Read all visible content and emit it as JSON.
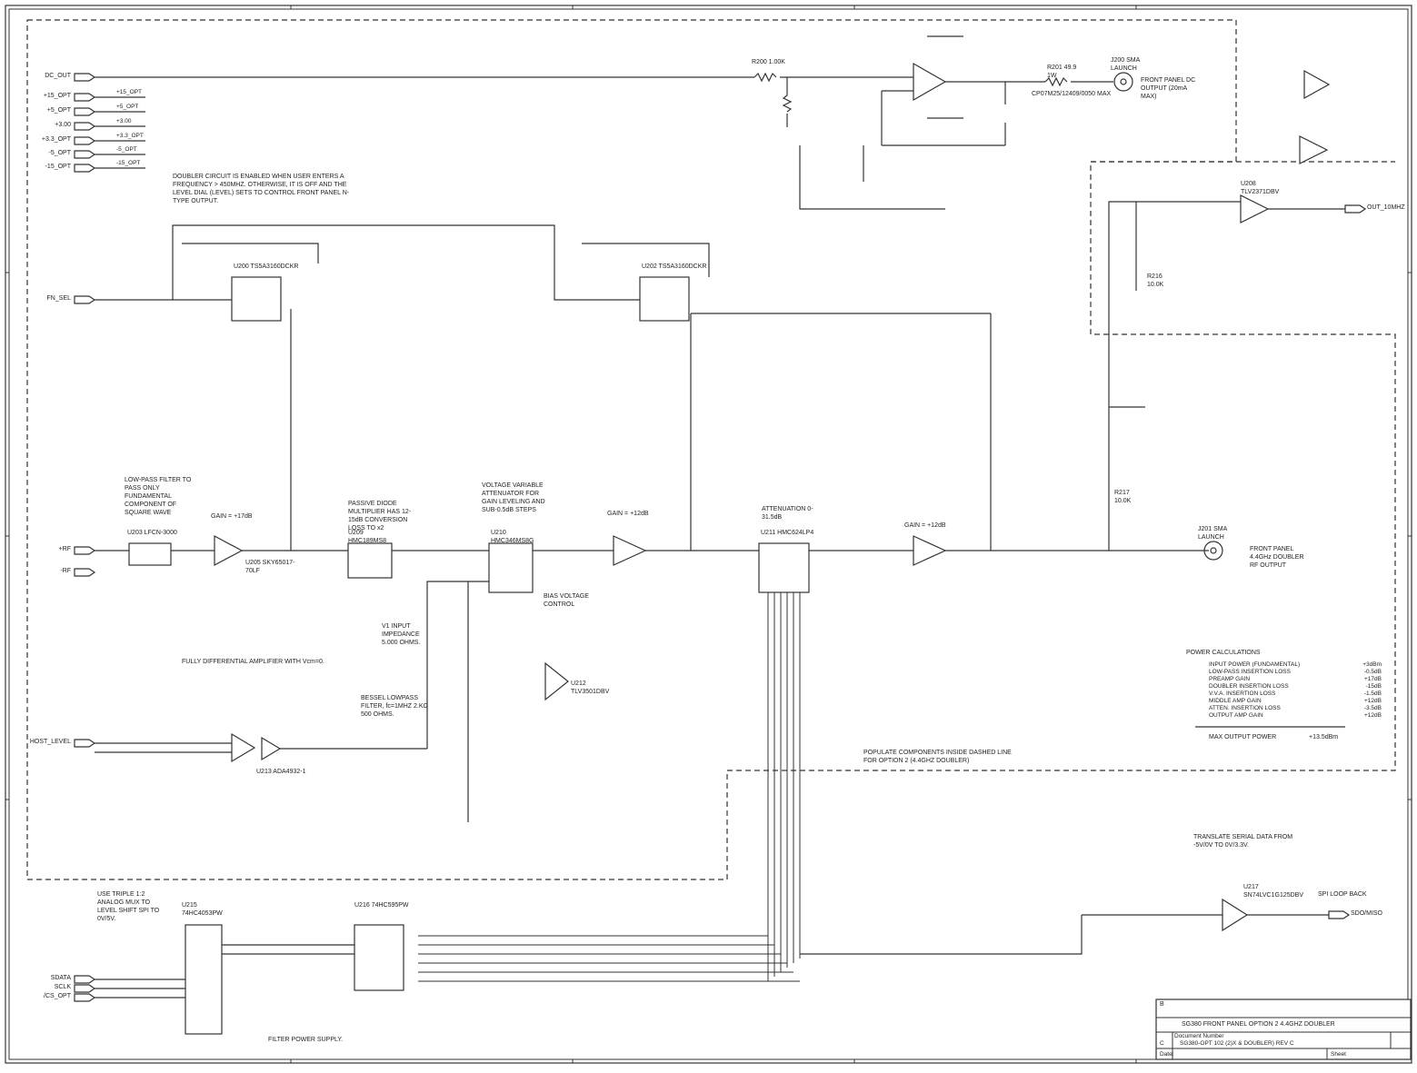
{
  "ports_left": [
    "DC_OUT",
    "+15_OPT",
    "+5_OPT",
    "+3.00",
    "+3.3_OPT",
    "-5_OPT",
    "-15_OPT",
    "FN_SEL",
    "+RF",
    "-RF",
    "HOST_LEVEL",
    "SDATA",
    "SCLK",
    "/CS_OPT"
  ],
  "rails_left": [
    "+15_OPT",
    "+5_OPT",
    "+3.00",
    "+3.3_OPT",
    "-5_OPT",
    "-15_OPT"
  ],
  "ports_right": [
    "OUT_10MHZ",
    "SDO/MISO"
  ],
  "notes": {
    "doubler": "DOUBLER CIRCUIT IS ENABLED WHEN USER ENTERS A FREQUENCY > 450MHZ. OTHERWISE, IT IS OFF AND THE LEVEL DIAL (LEVEL) SETS TO CONTROL FRONT PANEL N-TYPE OUTPUT.",
    "lpf": "LOW-PASS FILTER TO PASS ONLY FUNDAMENTAL COMPONENT OF SQUARE WAVE",
    "multiplier": "PASSIVE DIODE MULTIPLIER HAS 12-15dB CONVERSION LOSS TO x2",
    "vva": "VOLTAGE VARIABLE ATTENUATOR FOR GAIN LEVELING AND SUB-0.5dB STEPS",
    "bias": "BIAS VOLTAGE CONTROL",
    "v1input": "V1 INPUT IMPEDANCE 5.000 OHMS.",
    "fda": "FULLY DIFFERENTIAL AMPLIFIER WITH Vcm=0.",
    "bessel": "BESSEL LOWPASS FILTER, fc=1MHZ 2.KΩ 500 OHMS.",
    "populate": "POPULATE COMPONENTS INSIDE DASHED LINE FOR OPTION 2 (4.4GHZ DOUBLER)",
    "spi": "USE TRIPLE 1:2 ANALOG MUX TO LEVEL SHIFT SPI TO 0V/5V.",
    "translate": "TRANSLATE SERIAL DATA FROM -5V/0V TO 0V/3.3V.",
    "filter_ps": "FILTER POWER SUPPLY.",
    "spi_loop": "SPI LOOP BACK",
    "dc_out": "FRONT PANEL DC OUTPUT (20mA MAX)",
    "rf_out": "FRONT PANEL 4.4GHz DOUBLER RF OUTPUT"
  },
  "gains": {
    "u205": "GAIN = +17dB",
    "u210": "GAIN = +12dB",
    "u212": "GAIN = +12dB",
    "atten": "ATTENUATION 0-31.5dB"
  },
  "power_calc": {
    "title": "POWER CALCULATIONS",
    "rows": [
      [
        "INPUT POWER (FUNDAMENTAL)",
        "+3dBm"
      ],
      [
        "LOW-PASS INSERTION LOSS",
        "-0.5dB"
      ],
      [
        "PREAMP GAIN",
        "+17dB"
      ],
      [
        "DOUBLER INSERTION LOSS",
        "-15dB"
      ],
      [
        "V.V.A. INSERTION LOSS",
        "-1.5dB"
      ],
      [
        "MIDDLE AMP GAIN",
        "+12dB"
      ],
      [
        "ATTEN. INSERTION LOSS",
        "-3.5dB"
      ],
      [
        "OUTPUT AMP GAIN",
        "+12dB"
      ]
    ],
    "max_label": "MAX OUTPUT POWER",
    "max_value": "+13.5dBm"
  },
  "title_block": {
    "size": "B",
    "title": "SG380 FRONT PANEL OPTION 2 4.4GHZ DOUBLER",
    "doc_label": "Document Number",
    "doc_number": "SG380-OPT 102 (2)X & DOUBLER) REV C",
    "rev": "C",
    "date": "Date:",
    "sheet": "Sheet"
  },
  "components": {
    "u200": "U200 TS5A3160DCKR",
    "u202": "U202 TS5A3160DCKR",
    "u203": "U203 LFCN-3000",
    "u205": "U205 SKY65017-70LF",
    "u209": "U209 HMC189MS8",
    "u210_vva": "U210 HMC346MS8G",
    "u211": "U211 HMC624LP4",
    "u212": "U212 TLV3501DBV",
    "u213": "U213 ADA4932-1",
    "u215": "U215 74HC4053PW",
    "u216": "U216 74HC595PW",
    "u217": "U217 SN74LVC1G125DBV",
    "u208": "U208 TLV2371DBV",
    "j200": "J200 SMA LAUNCH",
    "j201": "J201 SMA LAUNCH",
    "r200": "R200 1.00K",
    "r201": "R201 49.9 1W",
    "r217": "R217 10.0K",
    "r216": "R216 10.0K"
  },
  "output_path": "CP07M25/12409/0050 MAX"
}
